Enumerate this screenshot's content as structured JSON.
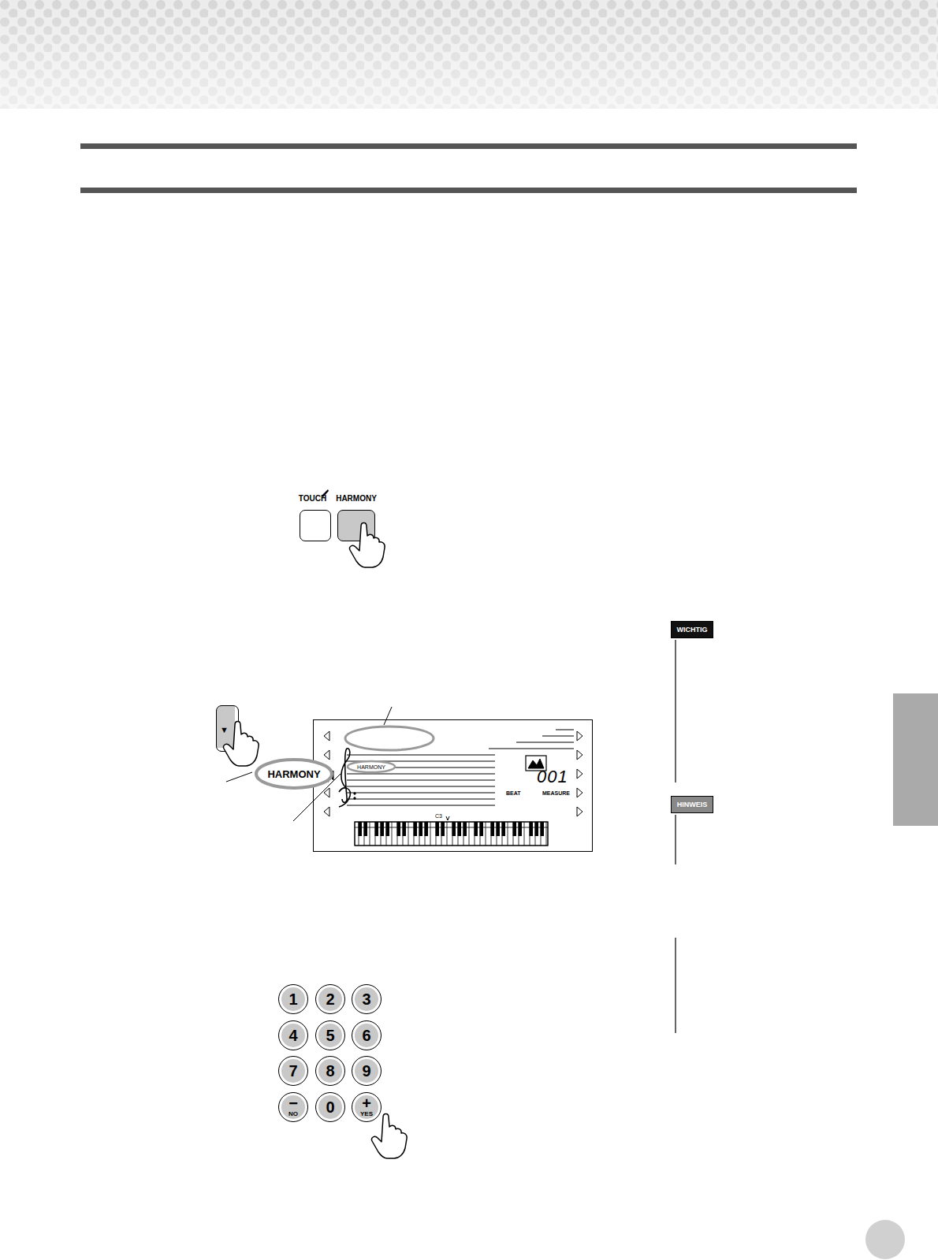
{
  "diagram": {
    "nodes": [
      {
        "text": [
          "TOUCH"
        ]
      },
      {
        "text": [
          "HARMONY"
        ]
      },
      {
        "text": [
          "WICHTIG"
        ]
      },
      {
        "text": [
          "▼"
        ]
      },
      {
        "text": [
          "001",
          "BEAT",
          "MEASURE",
          "C3"
        ]
      },
      {
        "text": [
          "HARMONY"
        ],
        "in": 4
      },
      {
        "text": [
          "HARMONY"
        ]
      },
      {
        "text": [
          "HINWEIS"
        ]
      },
      {
        "text": [
          "1"
        ]
      },
      {
        "text": [
          "2"
        ]
      },
      {
        "text": [
          "3"
        ]
      },
      {
        "text": [
          "4"
        ]
      },
      {
        "text": [
          "5"
        ]
      },
      {
        "text": [
          "6"
        ]
      },
      {
        "text": [
          "7"
        ]
      },
      {
        "text": [
          "8"
        ]
      },
      {
        "text": [
          "9"
        ]
      },
      {
        "text": [
          "−",
          "NO"
        ]
      },
      {
        "text": [
          "0"
        ]
      },
      {
        "text": [
          "+",
          "YES"
        ]
      }
    ]
  }
}
